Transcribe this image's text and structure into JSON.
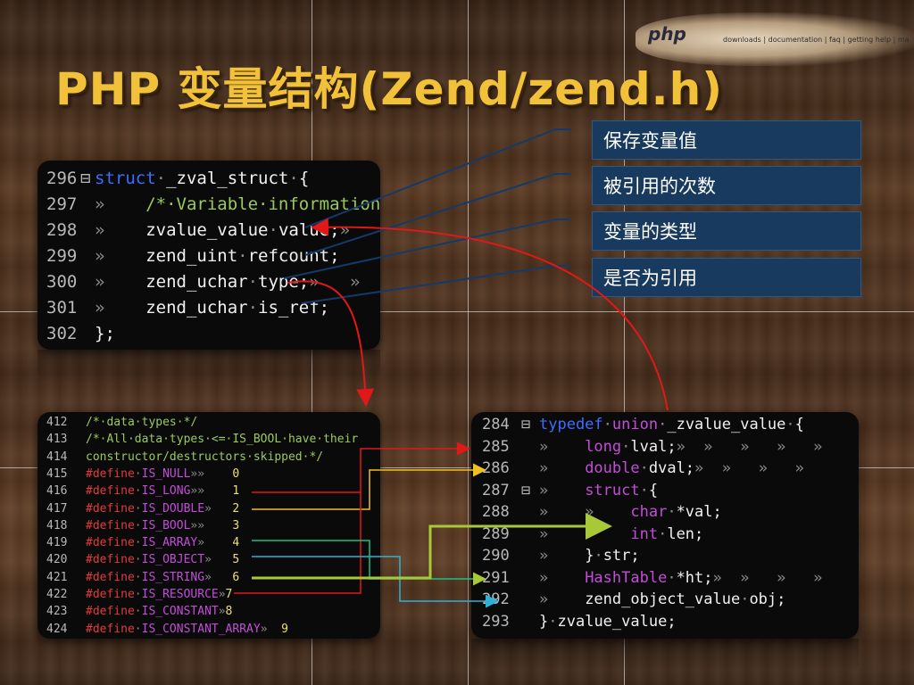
{
  "title": "PHP 变量结构(Zend/zend.h)",
  "php_logo": {
    "mark": "php",
    "nav": "downloads | documentation | faq | getting help | ma"
  },
  "callouts": [
    "保存变量值",
    "被引用的次数",
    "变量的类型",
    "是否为引用"
  ],
  "panel_struct": {
    "lines": [
      {
        "num": "296",
        "fold": "⊟",
        "parts": [
          [
            "kw-blue",
            "struct"
          ],
          [
            "arrow-mark",
            "·"
          ],
          [
            "t-white",
            "_zval_struct"
          ],
          [
            "arrow-mark",
            "·"
          ],
          [
            "t-white",
            "{"
          ]
        ]
      },
      {
        "num": "297",
        "fold": "",
        "parts": [
          [
            "arrow-mark",
            "»    "
          ],
          [
            "t-comment",
            "/*·Variable·information·*/"
          ]
        ]
      },
      {
        "num": "298",
        "fold": "",
        "parts": [
          [
            "arrow-mark",
            "»    "
          ],
          [
            "t-white",
            "zvalue_value"
          ],
          [
            "arrow-mark",
            "·"
          ],
          [
            "t-white",
            "value;"
          ],
          [
            "arrow-mark",
            "»    »"
          ]
        ]
      },
      {
        "num": "299",
        "fold": "",
        "parts": [
          [
            "arrow-mark",
            "»    "
          ],
          [
            "t-white",
            "zend_uint"
          ],
          [
            "arrow-mark",
            "·"
          ],
          [
            "t-white",
            "refcount;"
          ]
        ]
      },
      {
        "num": "300",
        "fold": "",
        "parts": [
          [
            "arrow-mark",
            "»    "
          ],
          [
            "t-white",
            "zend_uchar"
          ],
          [
            "arrow-mark",
            "·"
          ],
          [
            "t-white",
            "type;"
          ],
          [
            "arrow-mark",
            "»   »   »"
          ]
        ]
      },
      {
        "num": "301",
        "fold": "",
        "parts": [
          [
            "arrow-mark",
            "»    "
          ],
          [
            "t-white",
            "zend_uchar"
          ],
          [
            "arrow-mark",
            "·"
          ],
          [
            "t-white",
            "is_ref;"
          ]
        ]
      },
      {
        "num": "302",
        "fold": "",
        "parts": [
          [
            "t-white",
            "};"
          ]
        ]
      }
    ]
  },
  "panel_types": {
    "lines": [
      {
        "num": "412",
        "parts": [
          [
            "t-comment",
            "/*·data·types·*/"
          ]
        ]
      },
      {
        "num": "413",
        "parts": [
          [
            "t-comment",
            "/*·All·data·types·<=·IS_BOOL·have·their"
          ]
        ]
      },
      {
        "num": "414",
        "parts": [
          [
            "t-comment",
            "constructor/destructors·skipped·*/"
          ]
        ]
      },
      {
        "num": "415",
        "parts": [
          [
            "kw-red",
            "#define"
          ],
          [
            "arrow-mark",
            "·"
          ],
          [
            "kw-purple",
            "IS_NULL"
          ],
          [
            "arrow-mark",
            "»»"
          ],
          [
            "t-num",
            "    0"
          ]
        ]
      },
      {
        "num": "416",
        "parts": [
          [
            "kw-red",
            "#define"
          ],
          [
            "arrow-mark",
            "·"
          ],
          [
            "kw-purple",
            "IS_LONG"
          ],
          [
            "arrow-mark",
            "»»"
          ],
          [
            "t-num",
            "    1"
          ]
        ]
      },
      {
        "num": "417",
        "parts": [
          [
            "kw-red",
            "#define"
          ],
          [
            "arrow-mark",
            "·"
          ],
          [
            "kw-purple",
            "IS_DOUBLE"
          ],
          [
            "arrow-mark",
            "»"
          ],
          [
            "t-num",
            "   2"
          ]
        ]
      },
      {
        "num": "418",
        "parts": [
          [
            "kw-red",
            "#define"
          ],
          [
            "arrow-mark",
            "·"
          ],
          [
            "kw-purple",
            "IS_BOOL"
          ],
          [
            "arrow-mark",
            "»»"
          ],
          [
            "t-num",
            "    3"
          ]
        ]
      },
      {
        "num": "419",
        "parts": [
          [
            "kw-red",
            "#define"
          ],
          [
            "arrow-mark",
            "·"
          ],
          [
            "kw-purple",
            "IS_ARRAY"
          ],
          [
            "arrow-mark",
            "»"
          ],
          [
            "t-num",
            "    4"
          ]
        ]
      },
      {
        "num": "420",
        "parts": [
          [
            "kw-red",
            "#define"
          ],
          [
            "arrow-mark",
            "·"
          ],
          [
            "kw-purple",
            "IS_OBJECT"
          ],
          [
            "arrow-mark",
            "»"
          ],
          [
            "t-num",
            "   5"
          ]
        ]
      },
      {
        "num": "421",
        "parts": [
          [
            "kw-red",
            "#define"
          ],
          [
            "arrow-mark",
            "·"
          ],
          [
            "kw-purple",
            "IS_STRING"
          ],
          [
            "arrow-mark",
            "»"
          ],
          [
            "t-num",
            "   6"
          ]
        ]
      },
      {
        "num": "422",
        "parts": [
          [
            "kw-red",
            "#define"
          ],
          [
            "arrow-mark",
            "·"
          ],
          [
            "kw-purple",
            "IS_RESOURCE"
          ],
          [
            "arrow-mark",
            "»"
          ],
          [
            "t-num",
            "7"
          ]
        ]
      },
      {
        "num": "423",
        "parts": [
          [
            "kw-red",
            "#define"
          ],
          [
            "arrow-mark",
            "·"
          ],
          [
            "kw-purple",
            "IS_CONSTANT"
          ],
          [
            "arrow-mark",
            "»"
          ],
          [
            "t-num",
            "8"
          ]
        ]
      },
      {
        "num": "424",
        "parts": [
          [
            "kw-red",
            "#define"
          ],
          [
            "arrow-mark",
            "·"
          ],
          [
            "kw-purple",
            "IS_CONSTANT_ARRAY"
          ],
          [
            "arrow-mark",
            "»"
          ],
          [
            "t-num",
            "  9"
          ]
        ]
      }
    ]
  },
  "panel_union": {
    "lines": [
      {
        "num": "284",
        "fold": "⊟",
        "parts": [
          [
            "kw-blue",
            "typedef"
          ],
          [
            "arrow-mark",
            "·"
          ],
          [
            "kw-purple",
            "union"
          ],
          [
            "arrow-mark",
            "·"
          ],
          [
            "t-white",
            "_zvalue_value"
          ],
          [
            "arrow-mark",
            "·"
          ],
          [
            "t-white",
            "{"
          ]
        ]
      },
      {
        "num": "285",
        "fold": "",
        "parts": [
          [
            "arrow-mark",
            "»    "
          ],
          [
            "kw-purple",
            "long"
          ],
          [
            "arrow-mark",
            "·"
          ],
          [
            "t-white",
            "lval;"
          ],
          [
            "arrow-mark",
            "»  »   »   »   »"
          ]
        ]
      },
      {
        "num": "286",
        "fold": "",
        "parts": [
          [
            "arrow-mark",
            "»    "
          ],
          [
            "kw-purple",
            "double"
          ],
          [
            "arrow-mark",
            "·"
          ],
          [
            "t-white",
            "dval;"
          ],
          [
            "arrow-mark",
            "»  »   »   »"
          ]
        ]
      },
      {
        "num": "287",
        "fold": "⊟",
        "parts": [
          [
            "arrow-mark",
            "»    "
          ],
          [
            "kw-purple",
            "struct"
          ],
          [
            "arrow-mark",
            "·"
          ],
          [
            "t-white",
            "{"
          ]
        ]
      },
      {
        "num": "288",
        "fold": "",
        "parts": [
          [
            "arrow-mark",
            "»    »    "
          ],
          [
            "kw-purple",
            "char"
          ],
          [
            "arrow-mark",
            "·"
          ],
          [
            "t-white",
            "*val;"
          ]
        ]
      },
      {
        "num": "289",
        "fold": "",
        "parts": [
          [
            "arrow-mark",
            "»    »    "
          ],
          [
            "kw-purple",
            "int"
          ],
          [
            "arrow-mark",
            "·"
          ],
          [
            "t-white",
            "len;"
          ]
        ]
      },
      {
        "num": "290",
        "fold": "",
        "parts": [
          [
            "arrow-mark",
            "»    "
          ],
          [
            "t-white",
            "}"
          ],
          [
            "arrow-mark",
            "·"
          ],
          [
            "t-white",
            "str;"
          ]
        ]
      },
      {
        "num": "291",
        "fold": "",
        "parts": [
          [
            "arrow-mark",
            "»    "
          ],
          [
            "kw-purple",
            "HashTable"
          ],
          [
            "arrow-mark",
            "·"
          ],
          [
            "t-white",
            "*ht;"
          ],
          [
            "arrow-mark",
            "»  »   »   »"
          ]
        ]
      },
      {
        "num": "292",
        "fold": "",
        "parts": [
          [
            "arrow-mark",
            "»    "
          ],
          [
            "t-white",
            "zend_object_value"
          ],
          [
            "arrow-mark",
            "·"
          ],
          [
            "t-white",
            "obj;"
          ]
        ]
      },
      {
        "num": "293",
        "fold": "",
        "parts": [
          [
            "t-white",
            "}"
          ],
          [
            "arrow-mark",
            "·"
          ],
          [
            "t-white",
            "zvalue_value;"
          ]
        ]
      }
    ]
  }
}
